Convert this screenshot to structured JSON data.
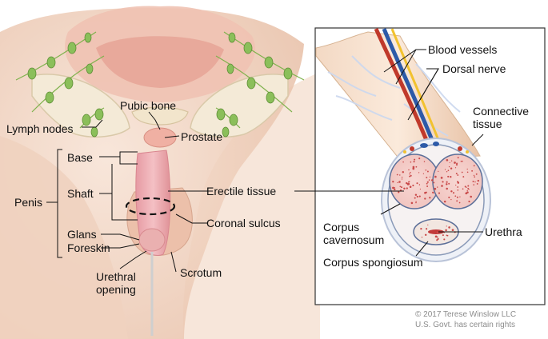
{
  "labels": {
    "pubic_bone": "Pubic bone",
    "lymph_nodes": "Lymph nodes",
    "prostate": "Prostate",
    "base": "Base",
    "penis": "Penis",
    "shaft": "Shaft",
    "erectile_tissue": "Erectile tissue",
    "coronal_sulcus": "Coronal sulcus",
    "glans": "Glans",
    "foreskin": "Foreskin",
    "scrotum": "Scrotum",
    "urethral_opening": "Urethral\nopening",
    "blood_vessels": "Blood vessels",
    "dorsal_nerve": "Dorsal nerve",
    "connective_tissue": "Connective\ntissue",
    "corpus_cavernosum": "Corpus\ncavernosum",
    "urethra": "Urethra",
    "corpus_spongiosum": "Corpus spongiosum"
  },
  "credit": {
    "line1": "© 2017 Terese Winslow LLC",
    "line2": "U.S. Govt. has certain rights"
  },
  "colors": {
    "skin": "#f2cfb8",
    "tissue_pink": "#e9a9a6",
    "pelvis_bone": "#efe3c8",
    "lymph_green": "#8bbf5a",
    "inset_border": "#333333",
    "vessel_red": "#c0392b",
    "vessel_blue": "#2d5aa8",
    "nerve_yellow": "#f2c230"
  }
}
